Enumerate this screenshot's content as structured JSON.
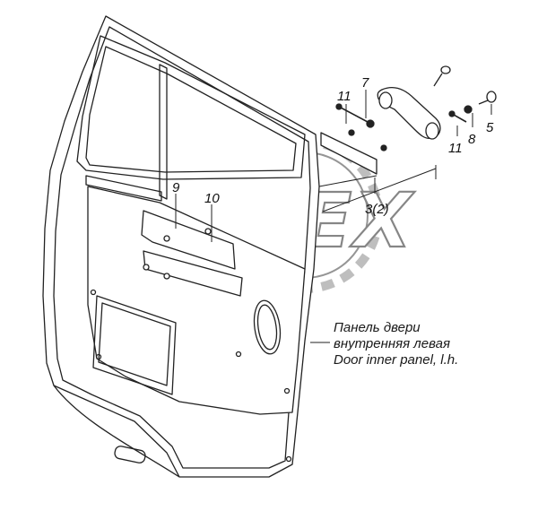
{
  "callouts": {
    "c11a": "11",
    "c7": "7",
    "c9": "9",
    "c10": "10",
    "c3": "3(2)",
    "c11b": "11",
    "c8": "8",
    "c5": "5"
  },
  "caption": {
    "line1": "Панель двери",
    "line2": "внутренняя левая",
    "line3": "Door inner panel, l.h."
  },
  "watermark": {
    "text": "OPEX"
  }
}
